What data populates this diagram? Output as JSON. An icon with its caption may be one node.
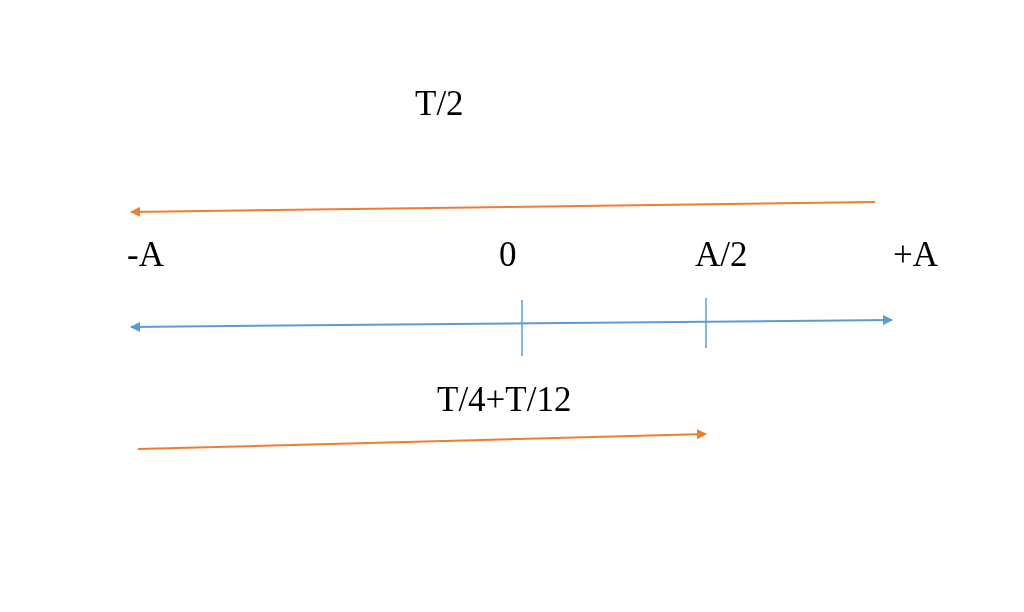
{
  "diagram": {
    "labels": [
      "T/2",
      "-A",
      "0",
      "A/2",
      "+A",
      "T/4+T/12"
    ]
  }
}
